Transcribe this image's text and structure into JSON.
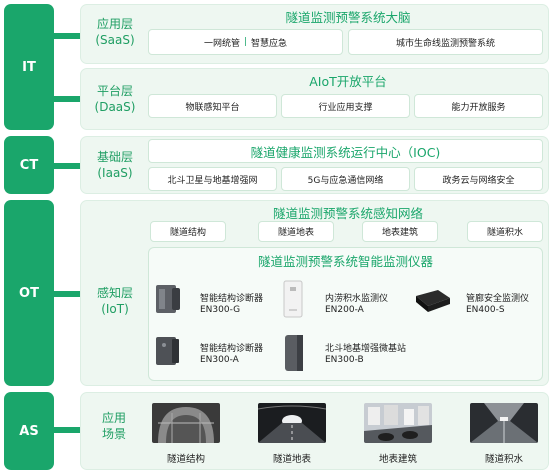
{
  "tabs": {
    "it": "IT",
    "ct": "CT",
    "ot": "OT",
    "as": "AS"
  },
  "it_layers": {
    "saas": {
      "label": "应用层\n(SaaS)",
      "title": "隧道监测预警系统大脑",
      "box1_a": "一网统管",
      "box1_sep": "|",
      "box1_b": "智慧应急",
      "box2": "城市生命线监测预警系统"
    },
    "daas": {
      "label": "平台层\n(DaaS)",
      "title": "AIoT开放平台",
      "items": [
        "物联感知平台",
        "行业应用支撑",
        "能力开放服务"
      ]
    }
  },
  "ct_layer": {
    "label": "基础层\n(IaaS)",
    "title": "隧道健康监测系统运行中心（IOC)",
    "items": [
      "北斗卫星与地基增强网",
      "5G与应急通信网络",
      "政务云与网络安全"
    ]
  },
  "ot_layer": {
    "label": "感知层\n(IoT)",
    "network_title": "隧道监测预警系统感知网络",
    "network_items": [
      "隧道结构",
      "隧道地表",
      "地表建筑",
      "隧道积水"
    ],
    "instruments_title": "隧道监测预警系统智能监测仪器",
    "devices": [
      {
        "name": "智能结构诊断器",
        "model": "EN300-G"
      },
      {
        "name": "内涝积水监测仪",
        "model": "EN200-A"
      },
      {
        "name": "管廊安全监测仪",
        "model": "EN400-S"
      },
      {
        "name": "智能结构诊断器",
        "model": "EN300-A"
      },
      {
        "name": "北斗地基增强微基站",
        "model": "EN300-B"
      }
    ]
  },
  "as_layer": {
    "label": "应用\n场景",
    "scenes": [
      "隧道结构",
      "隧道地表",
      "地表建筑",
      "隧道积水"
    ]
  },
  "colors": {
    "accent": "#1aa66b",
    "panel": "#eef7f1",
    "border": "#cfe7d8"
  }
}
